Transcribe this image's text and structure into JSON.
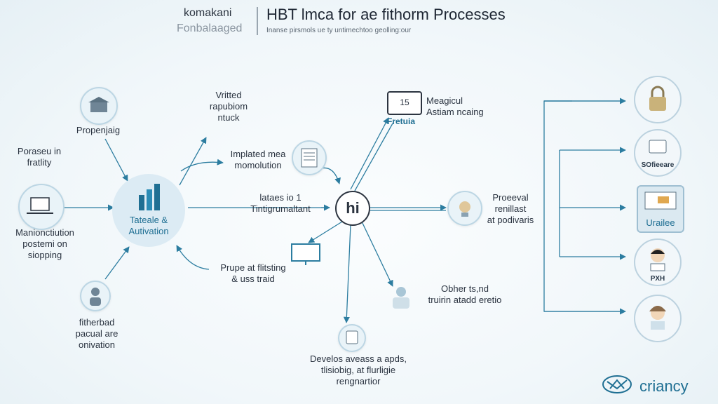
{
  "header": {
    "brand_top": "komakani",
    "brand_sub": "Fonbalaaged",
    "title": "HBT lmca for ae fithorm Processes",
    "subtitle": "Inanse pirsmols ue ty untimechtoo geolling:our"
  },
  "left_nodes": [
    {
      "label": "Propenjaig"
    },
    {
      "label": "Poraseu in\nfratlity"
    },
    {
      "label": "Manionctiution\npostemi on\nsiopping"
    },
    {
      "label": "fitherbad\npacual are\nonivation"
    }
  ],
  "hub": {
    "label": "Tateale &\nAutivation"
  },
  "middle_labels": [
    {
      "label": "Vritted\nrapubiom\nntuck"
    },
    {
      "label": "Implated mea\nmomolution"
    },
    {
      "label": "lataes io 1\nTintigrumaltant"
    },
    {
      "label": "Prupe at flitsting\n& uss traid"
    }
  ],
  "center": {
    "label": "hi"
  },
  "center_spokes": [
    {
      "title": "Meagicul\nAstiam ncaing",
      "sub": "Fretuia",
      "box": "15"
    },
    {
      "label": "Proeeval\nrenillast\nat podivaris"
    },
    {
      "label": "Obher ts,nd\ntruirin atadd eretio"
    },
    {
      "label": "Develos aveass a apds,\ntlisiobig, at flurligie\nrengnartior"
    }
  ],
  "right_nodes": [
    {
      "label": ""
    },
    {
      "label": "SOfieeare"
    },
    {
      "label": "Urailee"
    },
    {
      "label": "PXH"
    },
    {
      "label": ""
    }
  ],
  "footer": {
    "logo_text": "criancy"
  },
  "colors": {
    "arrow": "#2c7da0",
    "hub": "#dcebf4",
    "accent": "#1f6f93"
  }
}
